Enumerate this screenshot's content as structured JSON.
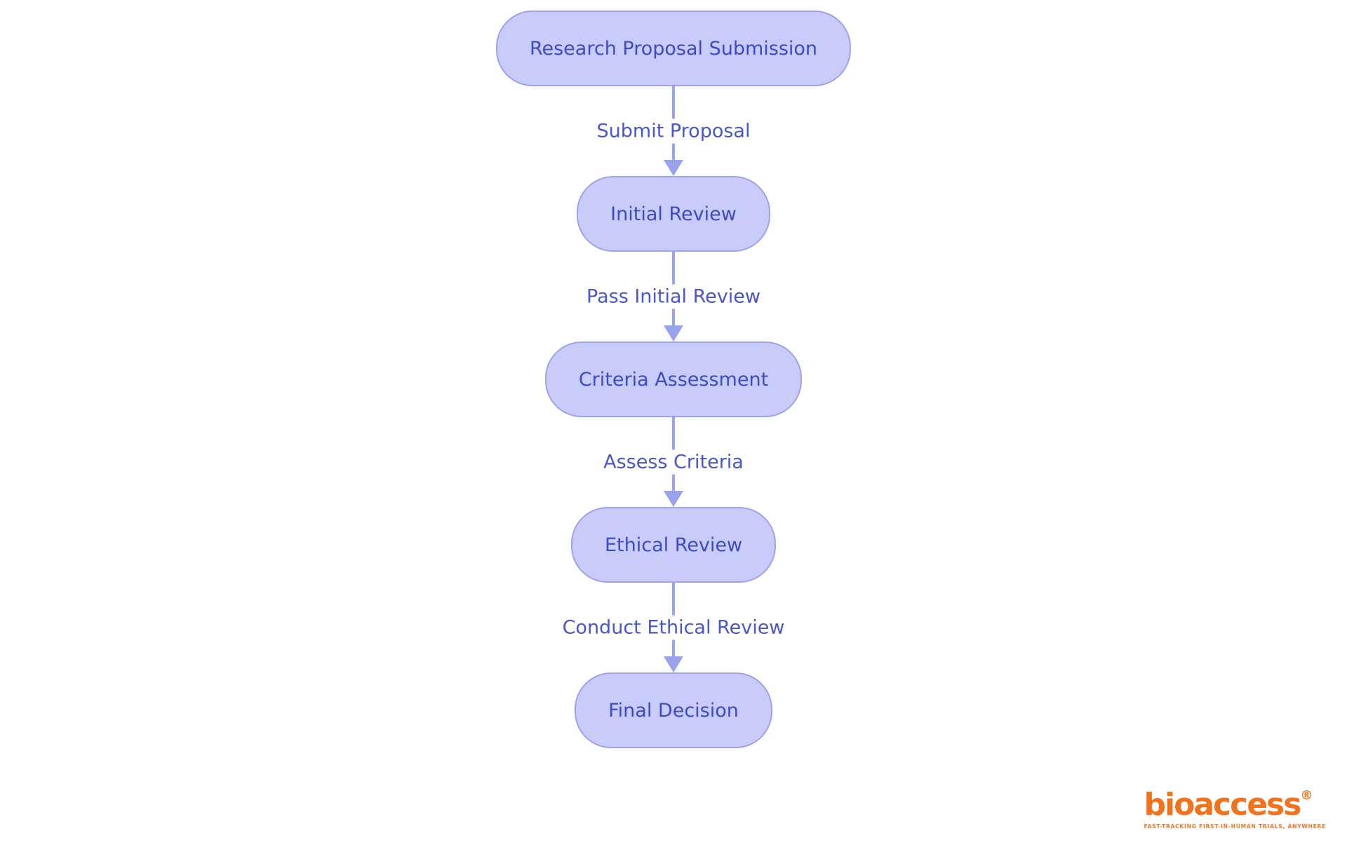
{
  "flowchart": {
    "nodes": [
      {
        "label": "Research Proposal Submission"
      },
      {
        "label": "Initial Review"
      },
      {
        "label": "Criteria Assessment"
      },
      {
        "label": "Ethical Review"
      },
      {
        "label": "Final Decision"
      }
    ],
    "edges": [
      {
        "label": "Submit Proposal"
      },
      {
        "label": "Pass Initial Review"
      },
      {
        "label": "Assess Criteria"
      },
      {
        "label": "Conduct Ethical Review"
      }
    ]
  },
  "logo": {
    "name": "bioaccess",
    "registered_mark": "®",
    "tagline": "FAST-TRACKING FIRST-IN-HUMAN TRIALS, ANYWHERE"
  },
  "colors": {
    "node_fill": "#c9ccf8",
    "node_border": "#9ba3ef",
    "node_text": "#3c4bc6",
    "edge_line": "#99a3ee",
    "edge_label_text": "#4856d2",
    "logo_orange": "#f3731d",
    "background": "#ffffff"
  }
}
